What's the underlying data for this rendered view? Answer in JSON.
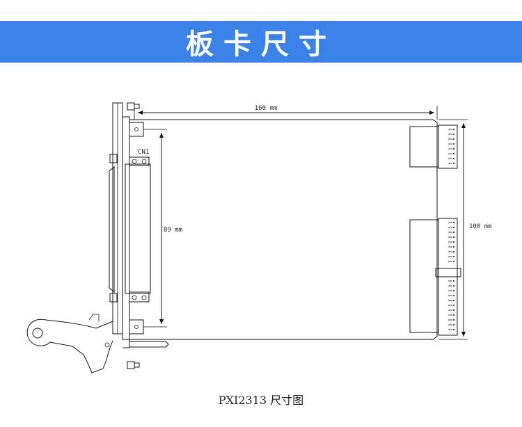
{
  "header": {
    "title": "板卡尺寸"
  },
  "dimensions": {
    "length": "160 mm",
    "height": "100 mm",
    "hole_spacing": "89 mm"
  },
  "connector": {
    "label": "CN1"
  },
  "caption": "PXI2313 尺寸图",
  "colors": {
    "banner": "#3a82e8",
    "line": "#111111",
    "background": "#ffffff"
  }
}
